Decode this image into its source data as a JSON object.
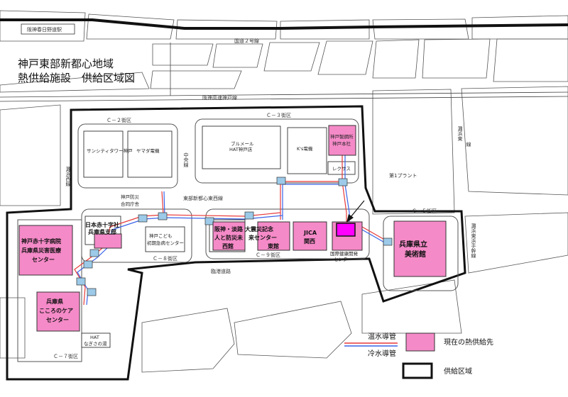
{
  "title": {
    "line1": "神戸東部新都心地域",
    "line2": "熱供給施設　供給区域図"
  },
  "roads": {
    "station": "阪神春日野道駅",
    "route2": "国道２号線",
    "expressway": "阪神高速神戸線",
    "east_west": "東部新都心東西線",
    "rinko": "臨港道路",
    "nada_west": "灘浜西線",
    "central": "中央線",
    "nada_higashi_1": "灘浜東",
    "nada_higashi_2": "線",
    "kaigan": "灘浜東・浜手幹線",
    "nadahama": "灘浜東浜手幹線"
  },
  "blocks": {
    "c2": "Ｃ－２街区",
    "c3": "Ｃ－３街区",
    "c5": "Ｃ－５街区",
    "c7": "Ｃ－７街区",
    "c8": "Ｃ－８街区",
    "c9": "Ｃ－９街区"
  },
  "buildings": {
    "sun_city": "サンシティタワー神戸",
    "yamada": "ヤマダ電機",
    "bloomel": "ブルメール",
    "bloomel_2": "HAT神戸店",
    "ks": "K's電機",
    "lexus": "レクサス",
    "plant": "第1プラント",
    "kobe_bousai_1": "神戸防災",
    "kobe_bousai_2": "合同庁舎",
    "kodomo_1": "神戸こども",
    "kodomo_2": "初期急病センター",
    "hat": "HAT",
    "hat_2": "なぎさの湯",
    "kokusai_1": "国際健康開発",
    "kokusai_2": "センター"
  },
  "supplied": {
    "kobe_steel_1": "神戸製鋼所",
    "kobe_steel_2": "神戸本社",
    "red_cross_1": "日本赤十字社",
    "red_cross_2": "兵庫県支部",
    "hospital_1": "神戸赤十字病院",
    "hospital_2": "兵庫県災害医療",
    "hospital_3": "センター",
    "kokoro_1": "兵庫県",
    "kokoro_2": "こころのケア",
    "kokoro_3": "センター",
    "disaster_west_1": "阪神・淡路",
    "disaster_west_2": "人と防災未",
    "disaster_west_3": "西館",
    "disaster_east_1": "大震災記念",
    "disaster_east_2": "来センター",
    "disaster_east_3": "東館",
    "jica_1": "JICA",
    "jica_2": "関西",
    "museum_1": "兵庫県立",
    "museum_2": "美術館"
  },
  "legend": {
    "hot_water": "温水導管",
    "cold_water": "冷水導管",
    "current_supply": "現在の熱供給先",
    "supply_area": "供給区域"
  },
  "colors": {
    "supplied_fill": "#f58ac8",
    "plant_fill": "#ff00ff",
    "valve_fill": "#9ccae8",
    "hot_pipe": "#e83a3a",
    "cold_pipe": "#3a63e8"
  }
}
